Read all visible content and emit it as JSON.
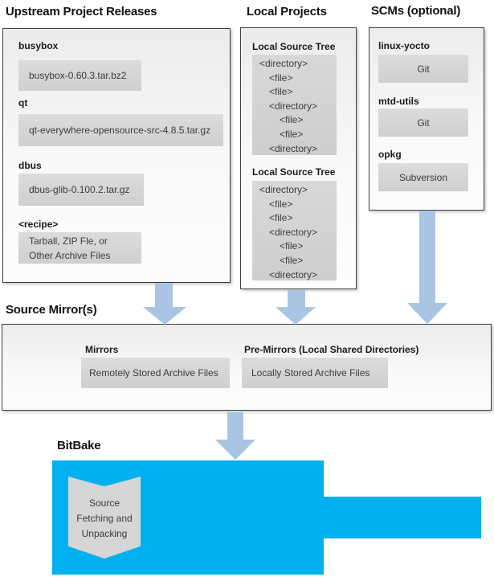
{
  "upstream": {
    "title": "Upstream Project Releases",
    "items": [
      {
        "label": "busybox",
        "file": "busybox-0.60.3.tar.bz2"
      },
      {
        "label": "qt",
        "file": "qt-everywhere-opensource-src-4.8.5.tar.gz"
      },
      {
        "label": "dbus",
        "file": "dbus-glib-0.100.2.tar.gz"
      },
      {
        "label": "<recipe>",
        "file_lines": [
          "Tarball, ZIP Fle, or",
          "Other Archive Files"
        ]
      }
    ]
  },
  "local_projects": {
    "title": "Local Projects",
    "trees": [
      {
        "label": "Local Source Tree",
        "lines": [
          {
            "text": "<directory>",
            "indent": 0
          },
          {
            "text": "<file>",
            "indent": 1
          },
          {
            "text": "<file>",
            "indent": 1
          },
          {
            "text": "<directory>",
            "indent": 1
          },
          {
            "text": "<file>",
            "indent": 2
          },
          {
            "text": "<file>",
            "indent": 2
          },
          {
            "text": "<directory>",
            "indent": 1
          }
        ]
      },
      {
        "label": "Local Source Tree",
        "lines": [
          {
            "text": "<directory>",
            "indent": 0
          },
          {
            "text": "<file>",
            "indent": 1
          },
          {
            "text": "<file>",
            "indent": 1
          },
          {
            "text": "<directory>",
            "indent": 1
          },
          {
            "text": "<file>",
            "indent": 2
          },
          {
            "text": "<file>",
            "indent": 2
          },
          {
            "text": "<directory>",
            "indent": 1
          }
        ]
      }
    ]
  },
  "scms": {
    "title": "SCMs (optional)",
    "items": [
      {
        "label": "linux-yocto",
        "scm": "Git"
      },
      {
        "label": "mtd-utils",
        "scm": "Git"
      },
      {
        "label": "opkg",
        "scm": "Subversion"
      }
    ]
  },
  "source_mirrors": {
    "title": "Source Mirror(s)",
    "mirrors_label": "Mirrors",
    "mirrors_box": "Remotely Stored Archive Files",
    "premirrors_label": "Pre-Mirrors (Local Shared Directories)",
    "premirrors_box": "Locally Stored Archive Files"
  },
  "bitbake": {
    "title": "BitBake",
    "ribbon_lines": [
      "Source",
      "Fetching and",
      "Unpacking"
    ]
  },
  "colors": {
    "bitbake_blue": "#00b0f0",
    "arrow_blue": "#a9c5e3",
    "panel_border": "#3f3f3f",
    "inner_box_gray": "#d9d9d9"
  }
}
